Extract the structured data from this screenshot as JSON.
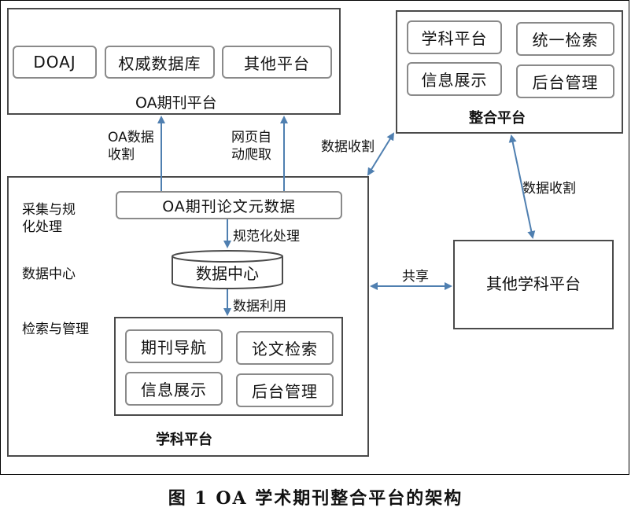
{
  "oa_platform": {
    "title": "OA期刊平台",
    "items": [
      "DOAJ",
      "权威数据库",
      "其他平台"
    ]
  },
  "integration_platform": {
    "title": "整合平台",
    "items": [
      "学科平台",
      "统一检索",
      "信息展示",
      "后台管理"
    ]
  },
  "discipline_platform": {
    "title": "学科平台",
    "side_labels": {
      "collect": "采集与规\n化处理",
      "data_center": "数据中心",
      "retrieval": "检索与管理"
    },
    "metadata_box": "OA期刊论文元数据",
    "database": "数据中心",
    "services": [
      "期刊导航",
      "论文检索",
      "信息展示",
      "后台管理"
    ]
  },
  "other_platform": "其他学科平台",
  "arrow_labels": {
    "oa_harvest": "OA数据\n收割",
    "web_crawl": "网页自\n动爬取",
    "normalize": "规范化处理",
    "data_use": "数据利用",
    "harvest_left": "数据收割",
    "harvest_right": "数据收割",
    "share": "共享"
  },
  "caption": "图 1   OA 学术期刊整合平台的架构",
  "colors": {
    "arrow": "#4f7fb0",
    "border": "#4a4a4a"
  }
}
